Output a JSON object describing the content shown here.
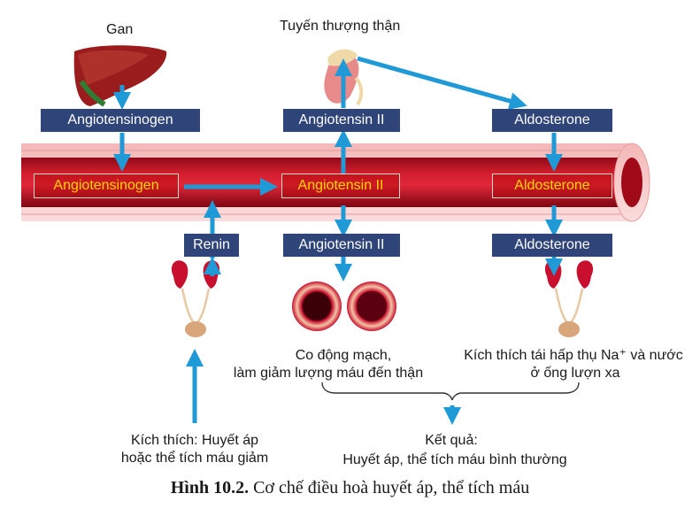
{
  "labels": {
    "liver": "Gan",
    "adrenal": "Tuyến thượng thận",
    "vasoconstriction_line1": "Co động mạch,",
    "vasoconstriction_line2": "làm giảm lượng máu đến thận",
    "reabsorption_line1": "Kích thích tái hấp thụ Na⁺ và nước",
    "reabsorption_line2": "ở ống lượn xa",
    "stimulus_line1": "Kích thích: Huyết áp",
    "stimulus_line2": "hoặc thể tích máu giảm",
    "result_title": "Kết quả:",
    "result_text": "Huyết áp, thể tích máu bình thường"
  },
  "boxes": {
    "angiotensinogen_top": "Angiotensinogen",
    "angiotensin_ii_top": "Angiotensin II",
    "aldosterone_top": "Aldosterone",
    "renin": "Renin",
    "angiotensin_ii_bottom": "Angiotensin II",
    "aldosterone_bottom": "Aldosterone"
  },
  "vessel_labels": {
    "angiotensinogen": "Angiotensinogen",
    "angiotensin_ii": "Angiotensin II",
    "aldosterone": "Aldosterone"
  },
  "caption": {
    "number": "Hình 10.2.",
    "text": " Cơ chế điều hoà huyết áp, thể tích máu"
  },
  "colors": {
    "arrow": "#1f9ad6",
    "box": "#2f4478",
    "vessel_red": "#c8102e",
    "vessel_wall": "#f7c6c6",
    "vessel_label": "#ffd400"
  }
}
